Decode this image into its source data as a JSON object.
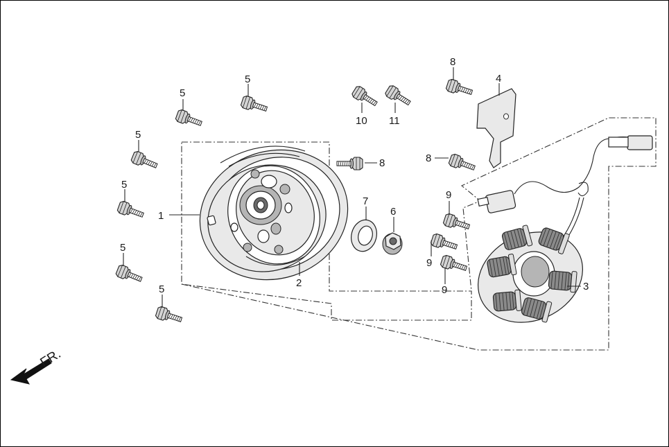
{
  "diagram": {
    "callouts": {
      "c1": "1",
      "c2": "2",
      "c3": "3",
      "c4": "4",
      "c5a": "5",
      "c5b": "5",
      "c5c": "5",
      "c5d": "5",
      "c5e": "5",
      "c5f": "5",
      "c6": "6",
      "c7": "7",
      "c8a": "8",
      "c8b": "8",
      "c8c": "8",
      "c9a": "9",
      "c9b": "9",
      "c9c": "9",
      "c10": "10",
      "c11": "11"
    },
    "direction_label": "FR."
  }
}
